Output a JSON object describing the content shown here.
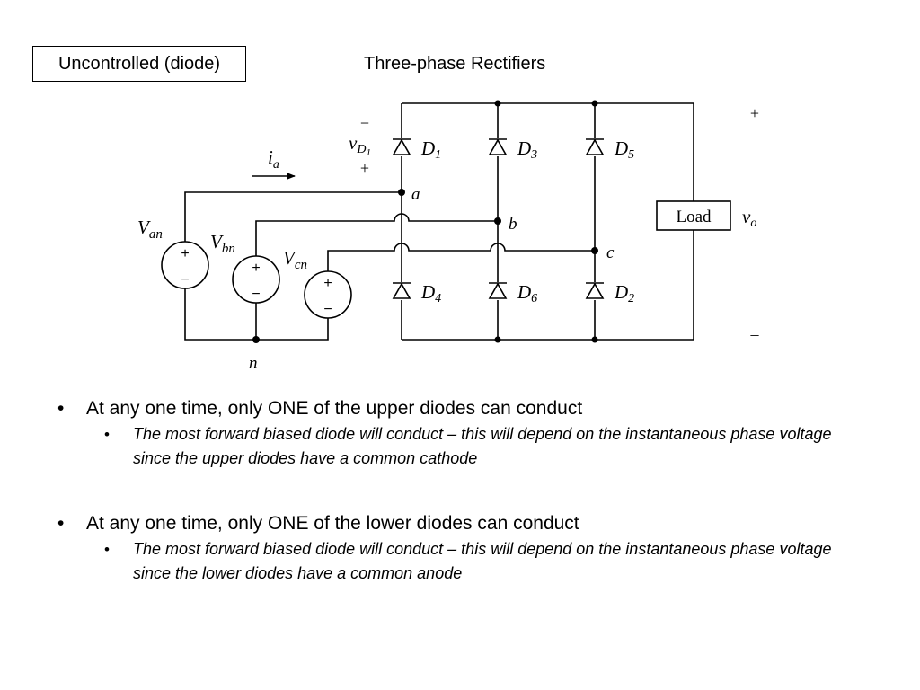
{
  "header": {
    "tag": "Uncontrolled (diode)",
    "title": "Three-phase Rectifiers"
  },
  "diagram": {
    "current_label": "i",
    "current_sub": "a",
    "vd_label": "v",
    "vd_sub": "D",
    "vd_subsub": "1",
    "minus": "−",
    "plus": "+",
    "sources": [
      {
        "v": "V",
        "sub": "an"
      },
      {
        "v": "V",
        "sub": "bn"
      },
      {
        "v": "V",
        "sub": "cn"
      }
    ],
    "neutral": "n",
    "nodes": [
      "a",
      "b",
      "c"
    ],
    "diodes": [
      {
        "d": "D",
        "sub": "1"
      },
      {
        "d": "D",
        "sub": "3"
      },
      {
        "d": "D",
        "sub": "5"
      },
      {
        "d": "D",
        "sub": "4"
      },
      {
        "d": "D",
        "sub": "6"
      },
      {
        "d": "D",
        "sub": "2"
      }
    ],
    "load": "Load",
    "vo": "v",
    "vo_sub": "o",
    "out_plus": "+",
    "out_minus": "–"
  },
  "bullets": [
    {
      "text": "At any one time, only ONE of the upper diodes can conduct",
      "sub": "The most forward biased diode will conduct – this will depend on the instantaneous phase voltage since the upper diodes have a common cathode"
    },
    {
      "text": "At any one time, only ONE of the lower diodes can conduct",
      "sub": "The most forward biased diode will conduct – this will depend on the instantaneous phase voltage since the lower diodes have a common anode"
    }
  ],
  "bullet_char": "•"
}
